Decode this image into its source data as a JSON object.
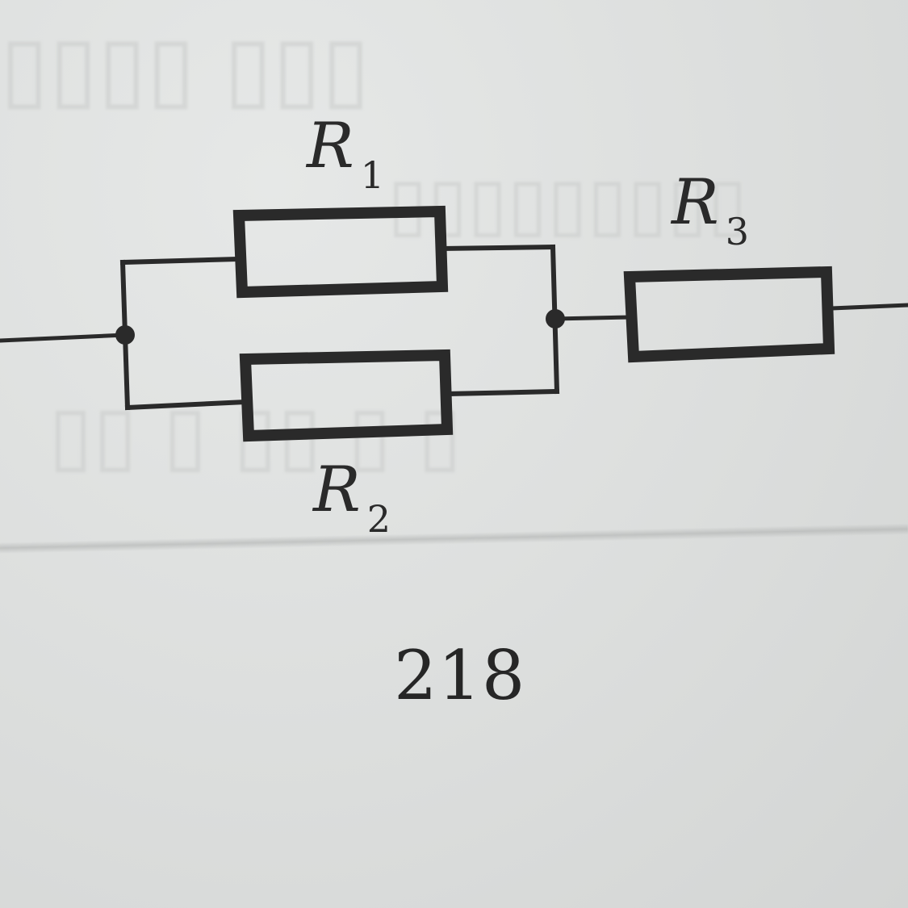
{
  "diagram": {
    "type": "electrical-circuit",
    "description": "Resistors R1 and R2 connected in parallel, followed by R3 in series",
    "components": [
      {
        "id": "R1",
        "symbol": "R",
        "subscript": "1",
        "position": "parallel-top"
      },
      {
        "id": "R2",
        "symbol": "R",
        "subscript": "2",
        "position": "parallel-bottom"
      },
      {
        "id": "R3",
        "symbol": "R",
        "subscript": "3",
        "position": "series-right"
      }
    ],
    "junctions": 2,
    "colors": {
      "ink": "#2a2a2a",
      "paper": "#dcdedd"
    }
  },
  "labels": {
    "r1": {
      "symbol": "R",
      "subscript": "1"
    },
    "r2": {
      "symbol": "R",
      "subscript": "2"
    },
    "r3": {
      "symbol": "R",
      "subscript": "3"
    }
  },
  "page": {
    "number": "218"
  }
}
